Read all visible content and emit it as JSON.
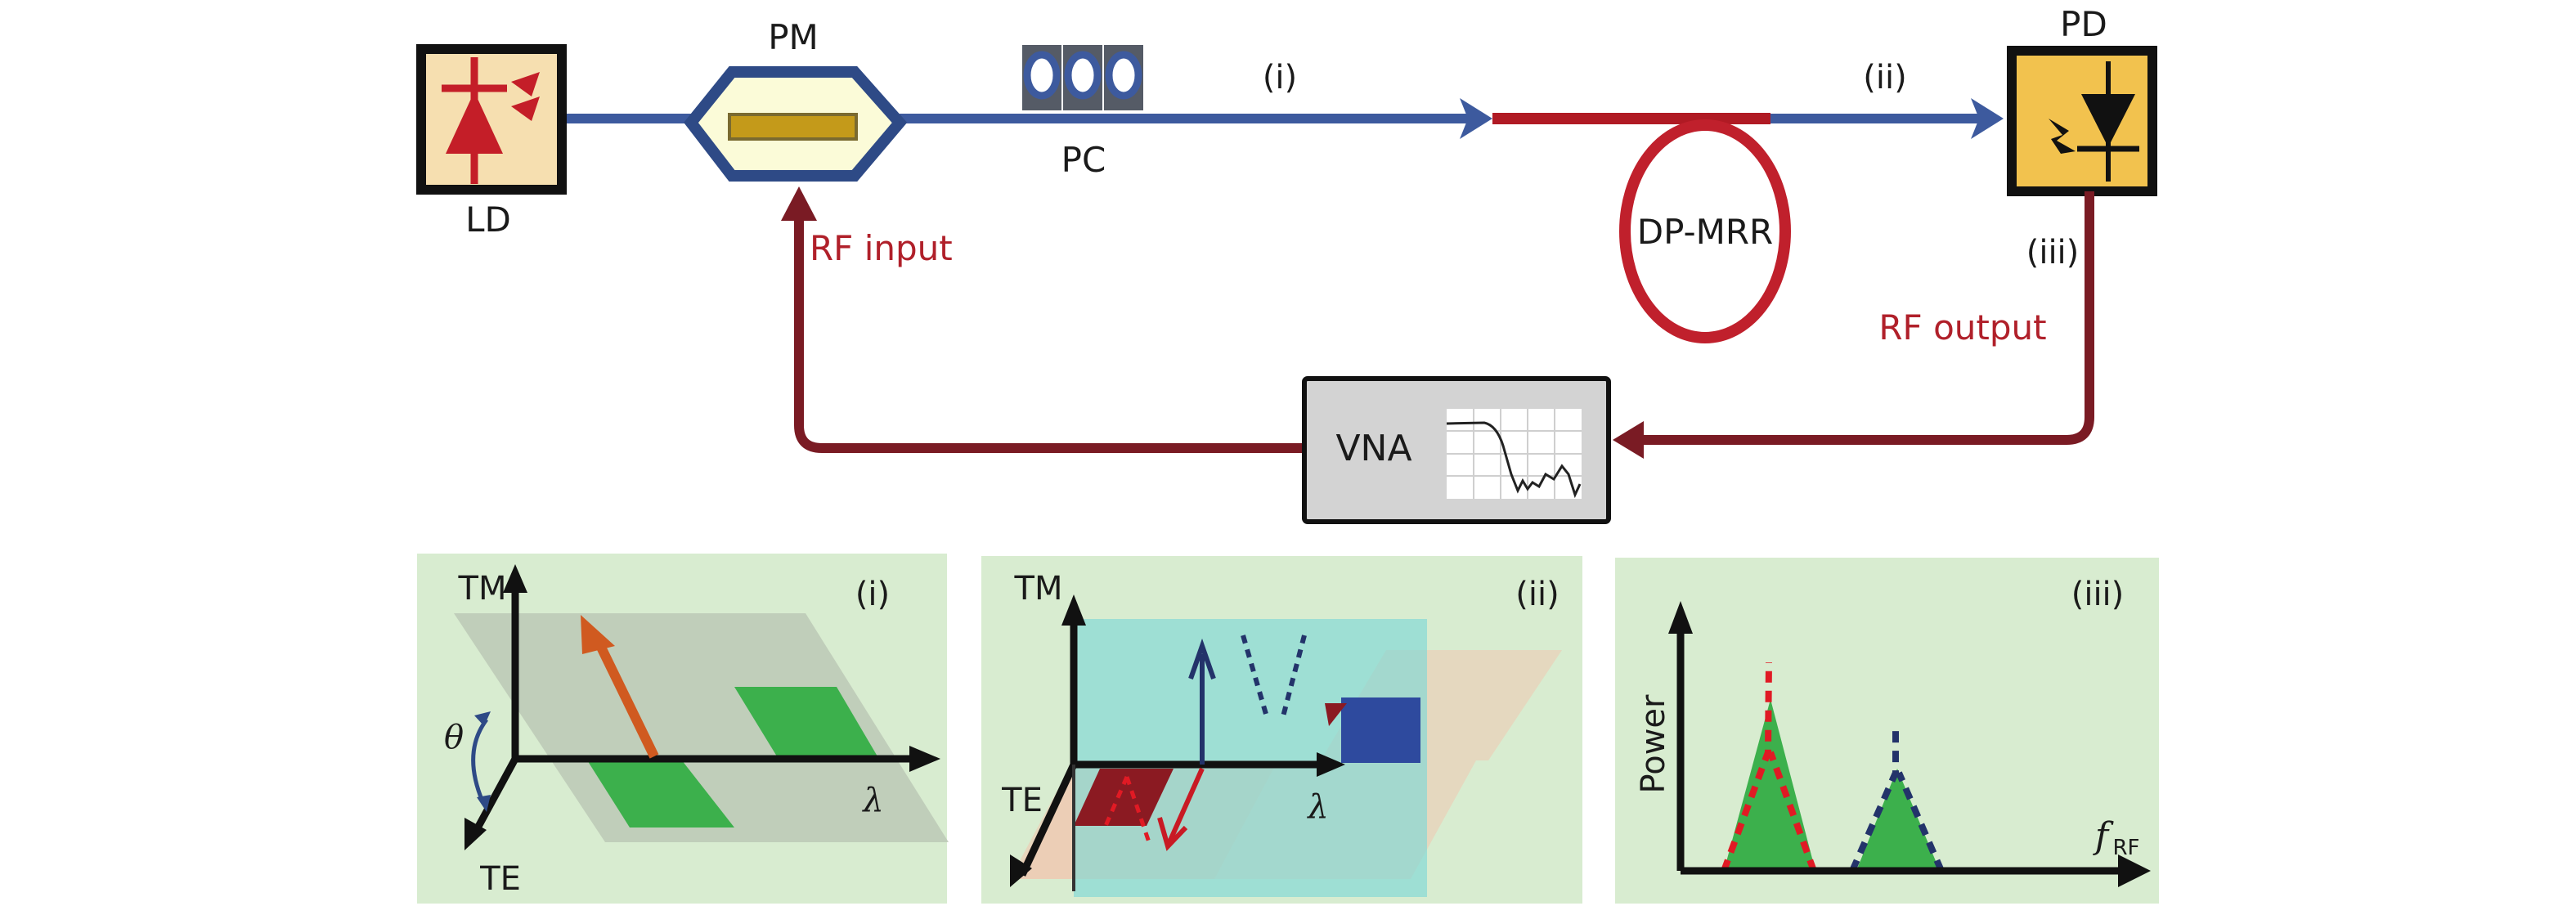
{
  "setup": {
    "components": {
      "ld": "LD",
      "pm": "PM",
      "pc": "PC",
      "mrr": "DP-MRR",
      "pd": "PD",
      "vna": "VNA"
    },
    "points": {
      "i": "(i)",
      "ii": "(ii)",
      "iii": "(iii)"
    },
    "rf_input": "RF input",
    "rf_output": "RF output"
  },
  "panels": [
    {
      "tag": "(i)",
      "axis_tm": "TM",
      "axis_te": "TE",
      "axis_lambda": "λ",
      "angle": "θ"
    },
    {
      "tag": "(ii)",
      "axis_tm": "TM",
      "axis_te": "TE",
      "axis_lambda": "λ"
    },
    {
      "tag": "(iii)",
      "axis_y": "Power",
      "axis_x_main": "f",
      "axis_x_sub": "RF"
    }
  ],
  "colors": {
    "fiber": "#3d5a9e",
    "rf_line": "#7a1b24",
    "ring": "#c0202c",
    "panel_bg": "#d8ecd0",
    "peak_fill": "#3cb04c"
  }
}
